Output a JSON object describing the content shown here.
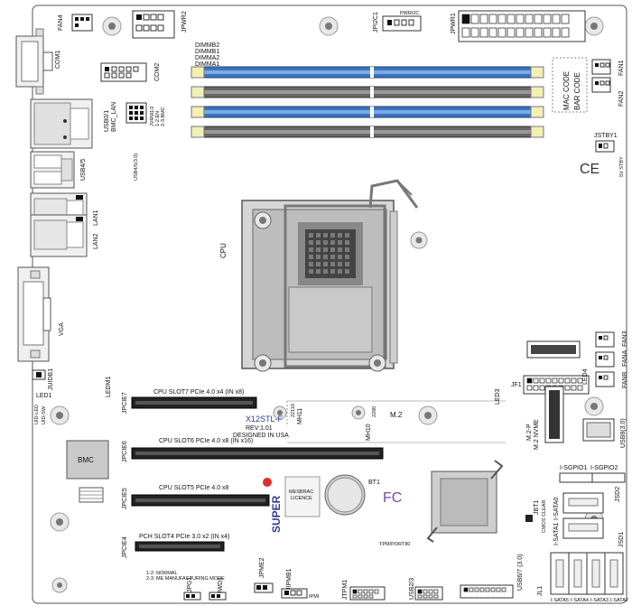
{
  "board": {
    "model": "X12STL-F",
    "revision": "REV:1.01",
    "origin": "DESIGNED IN USA",
    "brand": "SUPER"
  },
  "cpu": {
    "label": "CPU"
  },
  "connectors_top": {
    "fan4": "FAN4",
    "jpwr2": "JPWR2",
    "jpi2c1": "JPI2C1",
    "pwri2c": "PWRI2C",
    "jpwr1": "JPWR1",
    "fan1": "FAN1",
    "fan2": "FAN2"
  },
  "dimms": {
    "labels": [
      "DIMMB2",
      "DIMMB1",
      "DIMMA2",
      "DIMMA1"
    ]
  },
  "rear_io": {
    "com1": "COM1",
    "com2": "COM2",
    "usb01_bmclan": "USB0/1\nBMC_LAN",
    "usb45": "USB4/5",
    "usb45_header": "USB4/5(3.0)",
    "lan1": "LAN1",
    "lan2": "LAN2",
    "vga": "VGA",
    "juidb1": "JUIDB1",
    "led1": "LED1",
    "uid_led": "UID-LED",
    "uid_sw": "UID-SW",
    "jvrm": "JVRM1/2",
    "jvrm_opt1": "1-2:EN",
    "jvrm_opt2": "2-3:BMC"
  },
  "labels_right": {
    "mac_code": "MAC CODE",
    "bar_code": "BAR CODE",
    "jstby1": "JSTBY1",
    "stby": "5V STBY",
    "ce": "CE",
    "jf1": "JF1",
    "fan3": "FAN3",
    "fana": "FANA",
    "fanb": "FANB",
    "led3": "LED3",
    "led4": "LED4",
    "m2p": "M.2-P",
    "m2nvme": "M.2 NVME",
    "usb8": "USB8(3.0)",
    "isgpio1": "I-SGPIO1",
    "isgpio2": "I-SGPIO2",
    "jsd2": "JSD2",
    "jsd1": "JSD1",
    "jbt1": "JBT1",
    "isata0": "I-SATA0",
    "isata1": "I-SATA1",
    "isata5": "I-SATA5",
    "isata4": "I-SATA4",
    "isata3": "I-SATA3",
    "isata2": "I-SATA2",
    "usb67": "USB6/7 (3.0)",
    "jl1": "JL1",
    "cmos_clear": "CMOS CLEAR"
  },
  "slots": [
    {
      "name": "JPCIE7",
      "label": "CPU SLOT7 PCIe 4.0 x4 (IN x8)"
    },
    {
      "name": "JPCIE6",
      "label": "CPU SLOT6 PCIe 4.0 x8 (IN x16)"
    },
    {
      "name": "JPCIE5",
      "label": "CPU SLOT5 PCIe 4.0 x8"
    },
    {
      "name": "JPCIE4",
      "label": "PCH SLOT4 PCIe 3.0 x2 (IN x4)"
    }
  ],
  "middle": {
    "ledm1": "LEDM1",
    "bmc": "BMC",
    "mh11": "MH11",
    "mh11_size": "22110",
    "mh10": "MH10",
    "mh10_size": "2280",
    "m2": "M.2",
    "bt1": "BT1",
    "fcc": "FC",
    "mesbrac": "MESBRAC\nLICENCE",
    "tpm": "TPM/PORT80"
  },
  "bottom": {
    "jpg1": "JPG1",
    "jwd1": "JWD1",
    "jpme2": "JPME2",
    "jipmb1": "JIPMB1",
    "ipmi": "IPMI",
    "jtpm1": "JTPM1",
    "usb23": "USB2/3",
    "jpme2_opts": [
      "1-2: NORMAL",
      "2-3: ME MANUFACTURING MODE"
    ]
  }
}
